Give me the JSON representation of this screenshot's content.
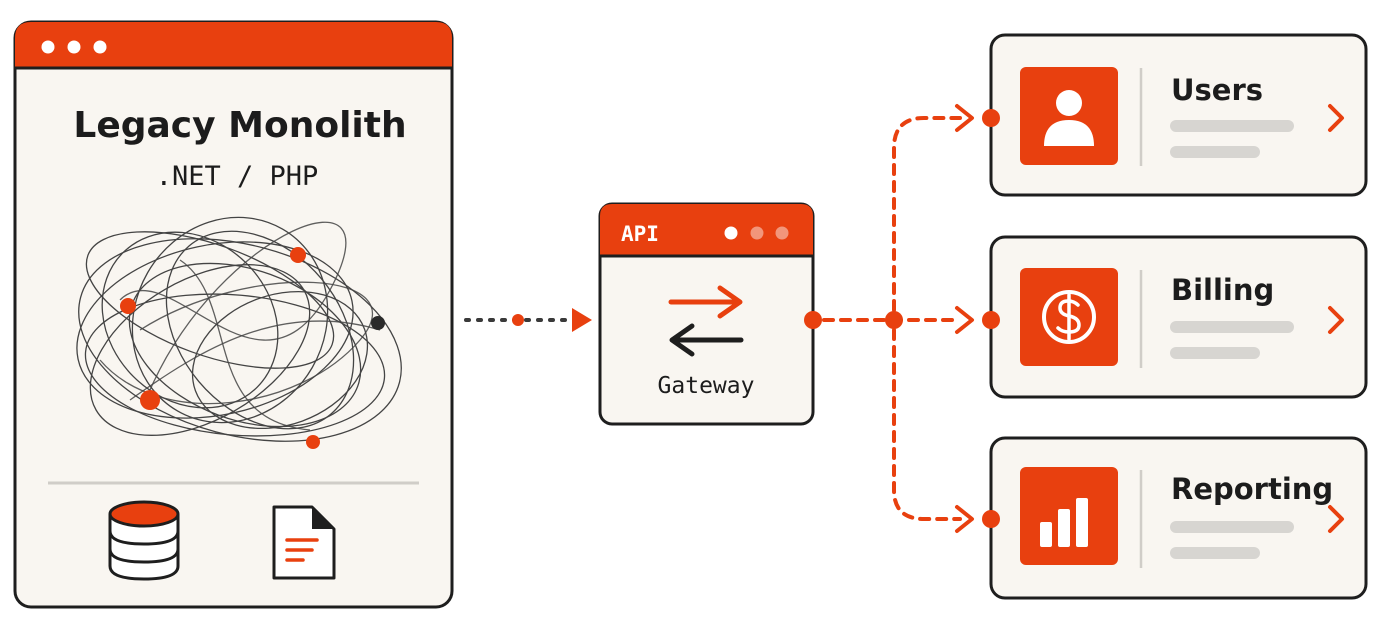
{
  "monolith": {
    "title": "Legacy Monolith",
    "subtitle": ".NET / PHP",
    "icons": [
      "database-icon",
      "document-icon"
    ]
  },
  "gateway": {
    "tag": "API",
    "label": "Gateway",
    "icon": "swap-arrows-icon"
  },
  "services": [
    {
      "name": "Users",
      "icon": "user-icon"
    },
    {
      "name": "Billing",
      "icon": "dollar-icon"
    },
    {
      "name": "Reporting",
      "icon": "bar-chart-icon"
    }
  ],
  "colors": {
    "accent": "#e8400f",
    "outline": "#1e1e1e",
    "panel": "#f9f6f1",
    "placeholder": "#d7d5d1"
  }
}
